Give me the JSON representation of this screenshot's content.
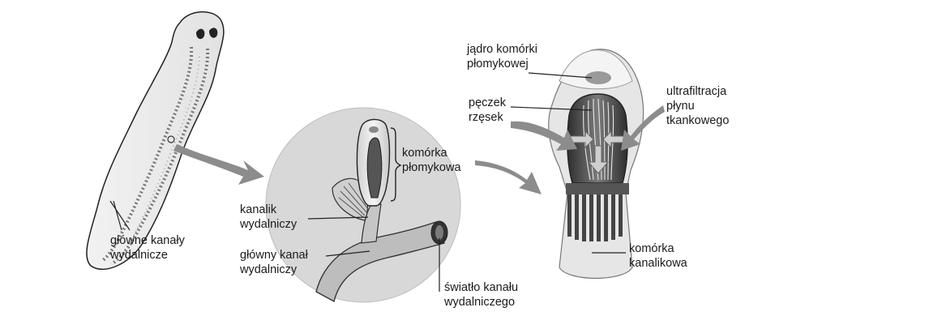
{
  "labels": {
    "main_canals": "główne kanały\nwydalnicze",
    "flame_cell": "komórka\npłomykowa",
    "tubule": "kanalik\nwydalniczy",
    "main_canal": "główny kanał\nwydalniczy",
    "canal_lumen": "światło kanału\nwydalniczego",
    "flame_nucleus": "jądro komórki\npłomykowej",
    "cilia_tuft": "pęczek\nrzęsek",
    "ultrafiltration": "ultrafiltracja\npłynu\ntkankowego",
    "tubule_cell": "komórka\nkanalikowa"
  },
  "colors": {
    "ink": "#1a1a1a",
    "arrow": "#8c8c8c",
    "circle_bg": "#d8d8d8",
    "canal_fill": "#bdbdbd"
  }
}
